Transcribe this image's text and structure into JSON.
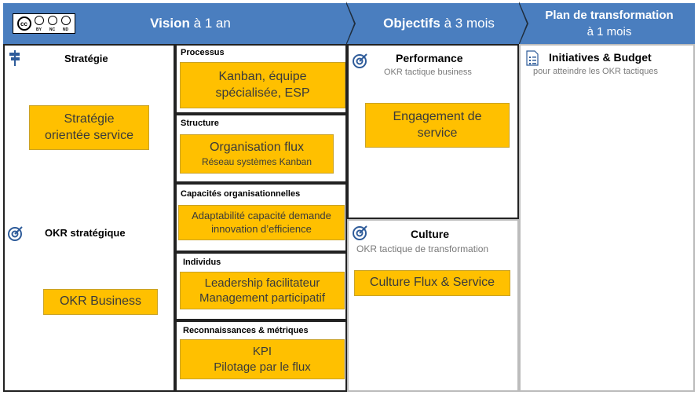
{
  "header": {
    "vision": {
      "bold": "Vision",
      "rest": " à 1 an"
    },
    "objectifs": {
      "bold": "Objectifs",
      "rest": " à 3 mois"
    },
    "plan": {
      "line1": "Plan de transformation",
      "line2": "à 1 mois"
    }
  },
  "license": {
    "labels": [
      "BY",
      "NC",
      "ND"
    ]
  },
  "strategie": {
    "title": "Stratégie",
    "card": [
      "Stratégie",
      "orientée service"
    ],
    "okr_title": "OKR stratégique",
    "okr_card": "OKR Business"
  },
  "middle": {
    "processus": {
      "title": "Processus",
      "card": [
        "Kanban, équipe",
        "spécialisée, ESP"
      ]
    },
    "structure": {
      "title": "Structure",
      "card_main": "Organisation flux",
      "card_sub": "Réseau systèmes Kanban"
    },
    "capacites": {
      "title": "Capacités organisationnelles",
      "card": [
        "Adaptabilité capacité demande",
        "innovation d’efficience"
      ]
    },
    "individus": {
      "title": "Individus",
      "card": [
        "Leadership facilitateur",
        "Management participatif"
      ]
    },
    "reconnaissances": {
      "title": "Reconnaissances & métriques",
      "card": [
        "KPI",
        "Pilotage par le flux"
      ]
    }
  },
  "objectifs": {
    "performance": {
      "title": "Performance",
      "subtitle": "OKR tactique business",
      "card": [
        "Engagement de",
        "service"
      ]
    },
    "culture": {
      "title": "Culture",
      "subtitle": "OKR tactique de transformation",
      "card": "Culture Flux & Service"
    }
  },
  "plan": {
    "title": "Initiatives & Budget",
    "subtitle": "pour atteindre les OKR tactiques"
  },
  "colors": {
    "header": "#4a7ebf",
    "card": "#ffc000",
    "border": "#222222"
  }
}
